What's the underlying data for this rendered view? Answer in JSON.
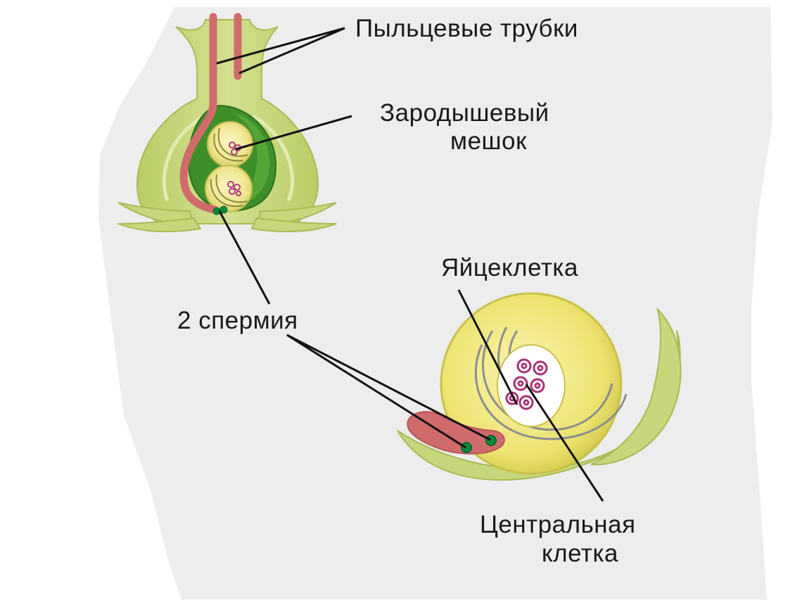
{
  "labels": {
    "pollen_tubes": "Пыльцевые трубки",
    "embryo_sac_line1": "Зародышевый",
    "embryo_sac_line2": "мешок",
    "egg_cell": "Яйцеклетка",
    "two_sperms": "2 спермия",
    "central_cell_line1": "Центральная",
    "central_cell_line2": "клетка"
  },
  "colors": {
    "background_panel": "#ededed",
    "tissue": "#c6d77c",
    "tissue_dark": "#a8bb55",
    "pollen_tube": "#d06b6b",
    "embryo_sac": "#3e8f2a",
    "cell": "#f0e99a",
    "nucleus": "#b03a7a",
    "sperm": "#0a8a3a",
    "pointer_line": "#111111"
  }
}
